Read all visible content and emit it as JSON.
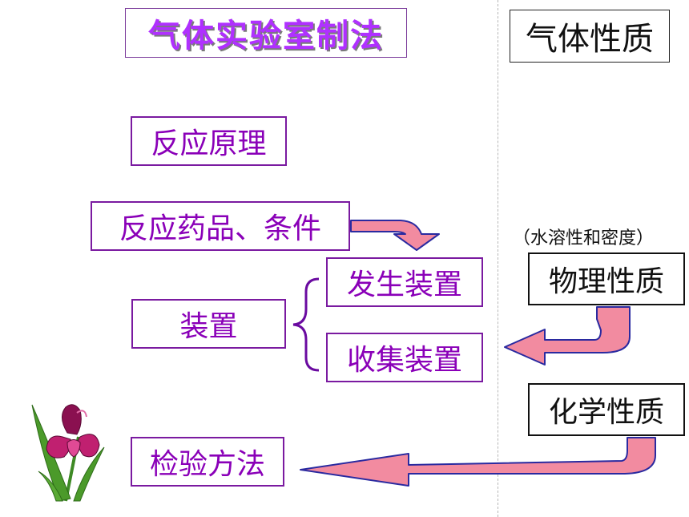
{
  "left": {
    "title": "气体实验室制法",
    "principle": "反应原理",
    "reagents": "反应药品、条件",
    "apparatus": "装置",
    "generation": "发生装置",
    "collection": "收集装置",
    "test": "检验方法"
  },
  "right": {
    "title": "气体性质",
    "note": "（水溶性和密度）",
    "physical": "物理性质",
    "chemical": "化学性质"
  },
  "colors": {
    "purple_text": "#8a00b8",
    "title_text": "#b030ff",
    "arrow_fill": "#f28ba0",
    "arrow_stroke": "#2a2aa0"
  }
}
